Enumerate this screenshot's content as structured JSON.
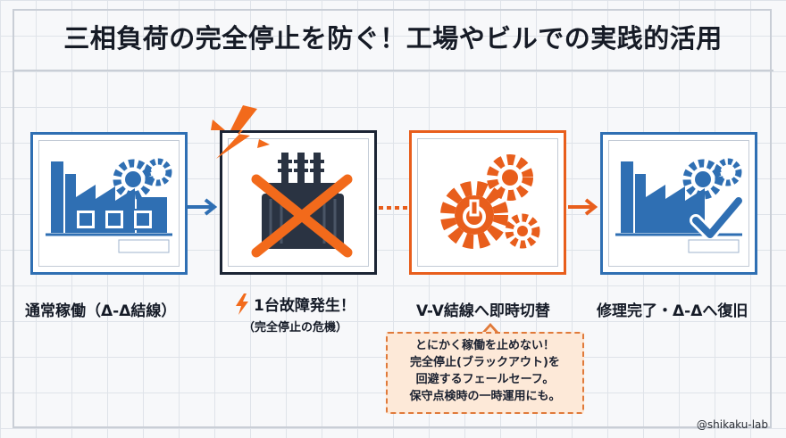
{
  "title": "三相負荷の完全停止を防ぐ！工場やビルでの実践的活用",
  "steps": [
    {
      "caption": "通常稼働（Δ-Δ結線）",
      "icon": "factory-icon"
    },
    {
      "caption": "1台故障発生！",
      "subcaption": "（完全停止の危機）",
      "icon": "broken-transformer-icon"
    },
    {
      "caption": "V-V結線へ即時切替",
      "icon": "gears-power-icon"
    },
    {
      "caption": "修理完了・Δ-Δへ復旧",
      "icon": "factory-check-icon"
    }
  ],
  "callout": {
    "lines": [
      "とにかく稼働を止めない！",
      "完全停止(ブラックアウト)を",
      "回避するフェールセーフ。",
      "保守点検時の一時運用にも。"
    ]
  },
  "watermark": "@shikaku-lab",
  "colors": {
    "blue": "#2f6fb3",
    "orange": "#e85e1c",
    "dark": "#1b2434",
    "callout_bg": "#fde9d8"
  }
}
